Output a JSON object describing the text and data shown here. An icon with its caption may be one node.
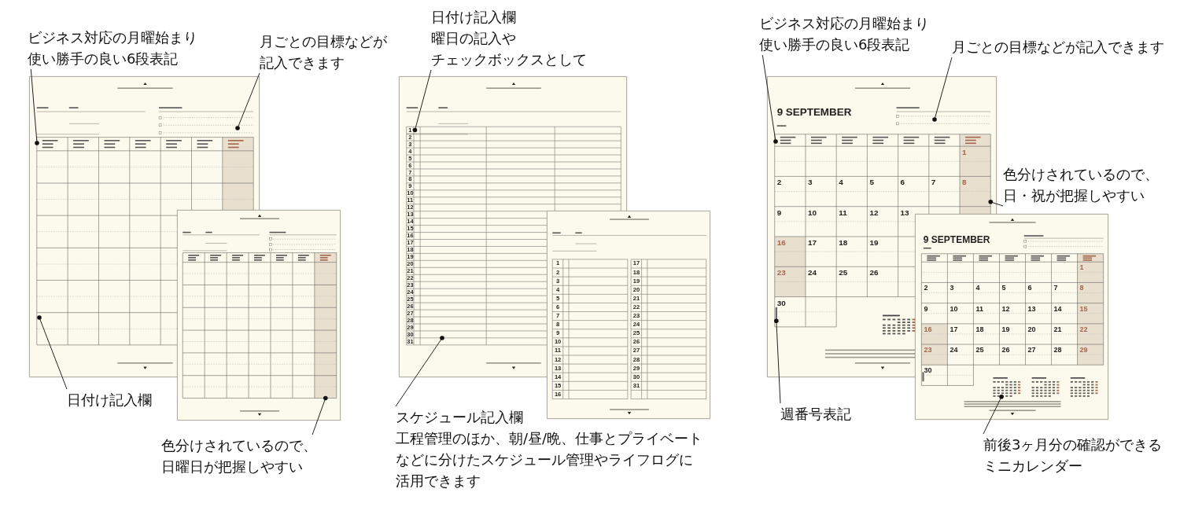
{
  "diagram": {
    "nodes": [
      {
        "text": [
          "ビジネス対応の月曜始まり",
          "使い勝手の良い6段表記"
        ]
      },
      {
        "text": [
          "月ごとの目標などが",
          "記入できます"
        ]
      },
      {
        "text": [
          "日付け記入欄"
        ]
      },
      {
        "text": [
          "色分けされているので、",
          "日曜日が把握しやすい"
        ]
      },
      {
        "text": [
          "日付け記入欄",
          "曜日の記入や",
          "チェックボックスとして"
        ]
      },
      {
        "text": [
          "スケジュール記入欄",
          "工程管理のほか、朝/昼/晩、仕事とプライベート",
          "などに分けたスケジュール管理やライフログに",
          "活用できます"
        ]
      },
      {
        "text": [
          "ビジネス対応の月曜始まり",
          "使い勝手の良い6段表記"
        ]
      },
      {
        "text": [
          "月ごとの目標などが記入できます"
        ]
      },
      {
        "text": [
          "色分けされているので、",
          "日・祝が把握しやすい"
        ]
      },
      {
        "text": [
          "週番号表記"
        ]
      },
      {
        "text": [
          "前後3ヶ月分の確認ができる",
          "ミニカレンダー"
        ]
      },
      {
        "text": [],
        "shape": "bar"
      },
      {
        "text": [],
        "shape": "bar"
      },
      {
        "text": [],
        "shape": "picture"
      },
      {
        "text": [],
        "shape": "bar"
      },
      {
        "text": [
          "1"
        ]
      }
    ],
    "edges": [
      {
        "from": 0,
        "to": null,
        "arrow": "other"
      },
      {
        "from": 1,
        "to": null,
        "arrow": "other"
      },
      {
        "from": 2,
        "to": null,
        "arrow": "other"
      },
      {
        "from": 3,
        "to": 11,
        "arrow": "other"
      },
      {
        "from": 4,
        "to": 15,
        "arrow": "other"
      },
      {
        "from": 5,
        "to": null,
        "arrow": "other"
      },
      {
        "from": 6,
        "to": null,
        "arrow": "other"
      },
      {
        "from": 7,
        "to": null,
        "arrow": "other"
      },
      {
        "from": 8,
        "to": 12,
        "arrow": "other"
      },
      {
        "from": 9,
        "to": 14,
        "arrow": "other"
      },
      {
        "from": 10,
        "to": 13,
        "arrow": "other"
      }
    ],
    "labels": [
      "2",
      "3",
      "4",
      "5",
      "6",
      "7",
      "8",
      "9",
      "10",
      "11",
      "12",
      "13",
      "14",
      "15",
      "16",
      "17",
      "18",
      "19",
      "20",
      "21",
      "22",
      "23",
      "24",
      "25",
      "26",
      "27",
      "28",
      "29",
      "30",
      "31",
      "1",
      "17",
      "2",
      "18",
      "3",
      "19",
      "4",
      "20",
      "5",
      "21",
      "6",
      "22",
      "7",
      "23",
      "8",
      "24",
      "9",
      "25",
      "10",
      "26",
      "11",
      "27",
      "12",
      "28",
      "13",
      "29",
      "14",
      "30",
      "15",
      "31",
      "16",
      "9 SEPTEMBER",
      "1",
      "2",
      "3",
      "4",
      "5",
      "6",
      "7",
      "8",
      "9",
      "10",
      "11",
      "12",
      "13",
      "16",
      "17",
      "18",
      "19",
      "23",
      "24",
      "25",
      "26",
      "30",
      "9 SEPTEMBER",
      "1",
      "2",
      "3",
      "4",
      "5",
      "6",
      "7",
      "8",
      "9",
      "10",
      "11",
      "12",
      "13",
      "14",
      "15",
      "16",
      "17",
      "18",
      "19",
      "20",
      "21",
      "22",
      "23",
      "24",
      "25",
      "26",
      "27",
      "28",
      "29",
      "30"
    ]
  }
}
